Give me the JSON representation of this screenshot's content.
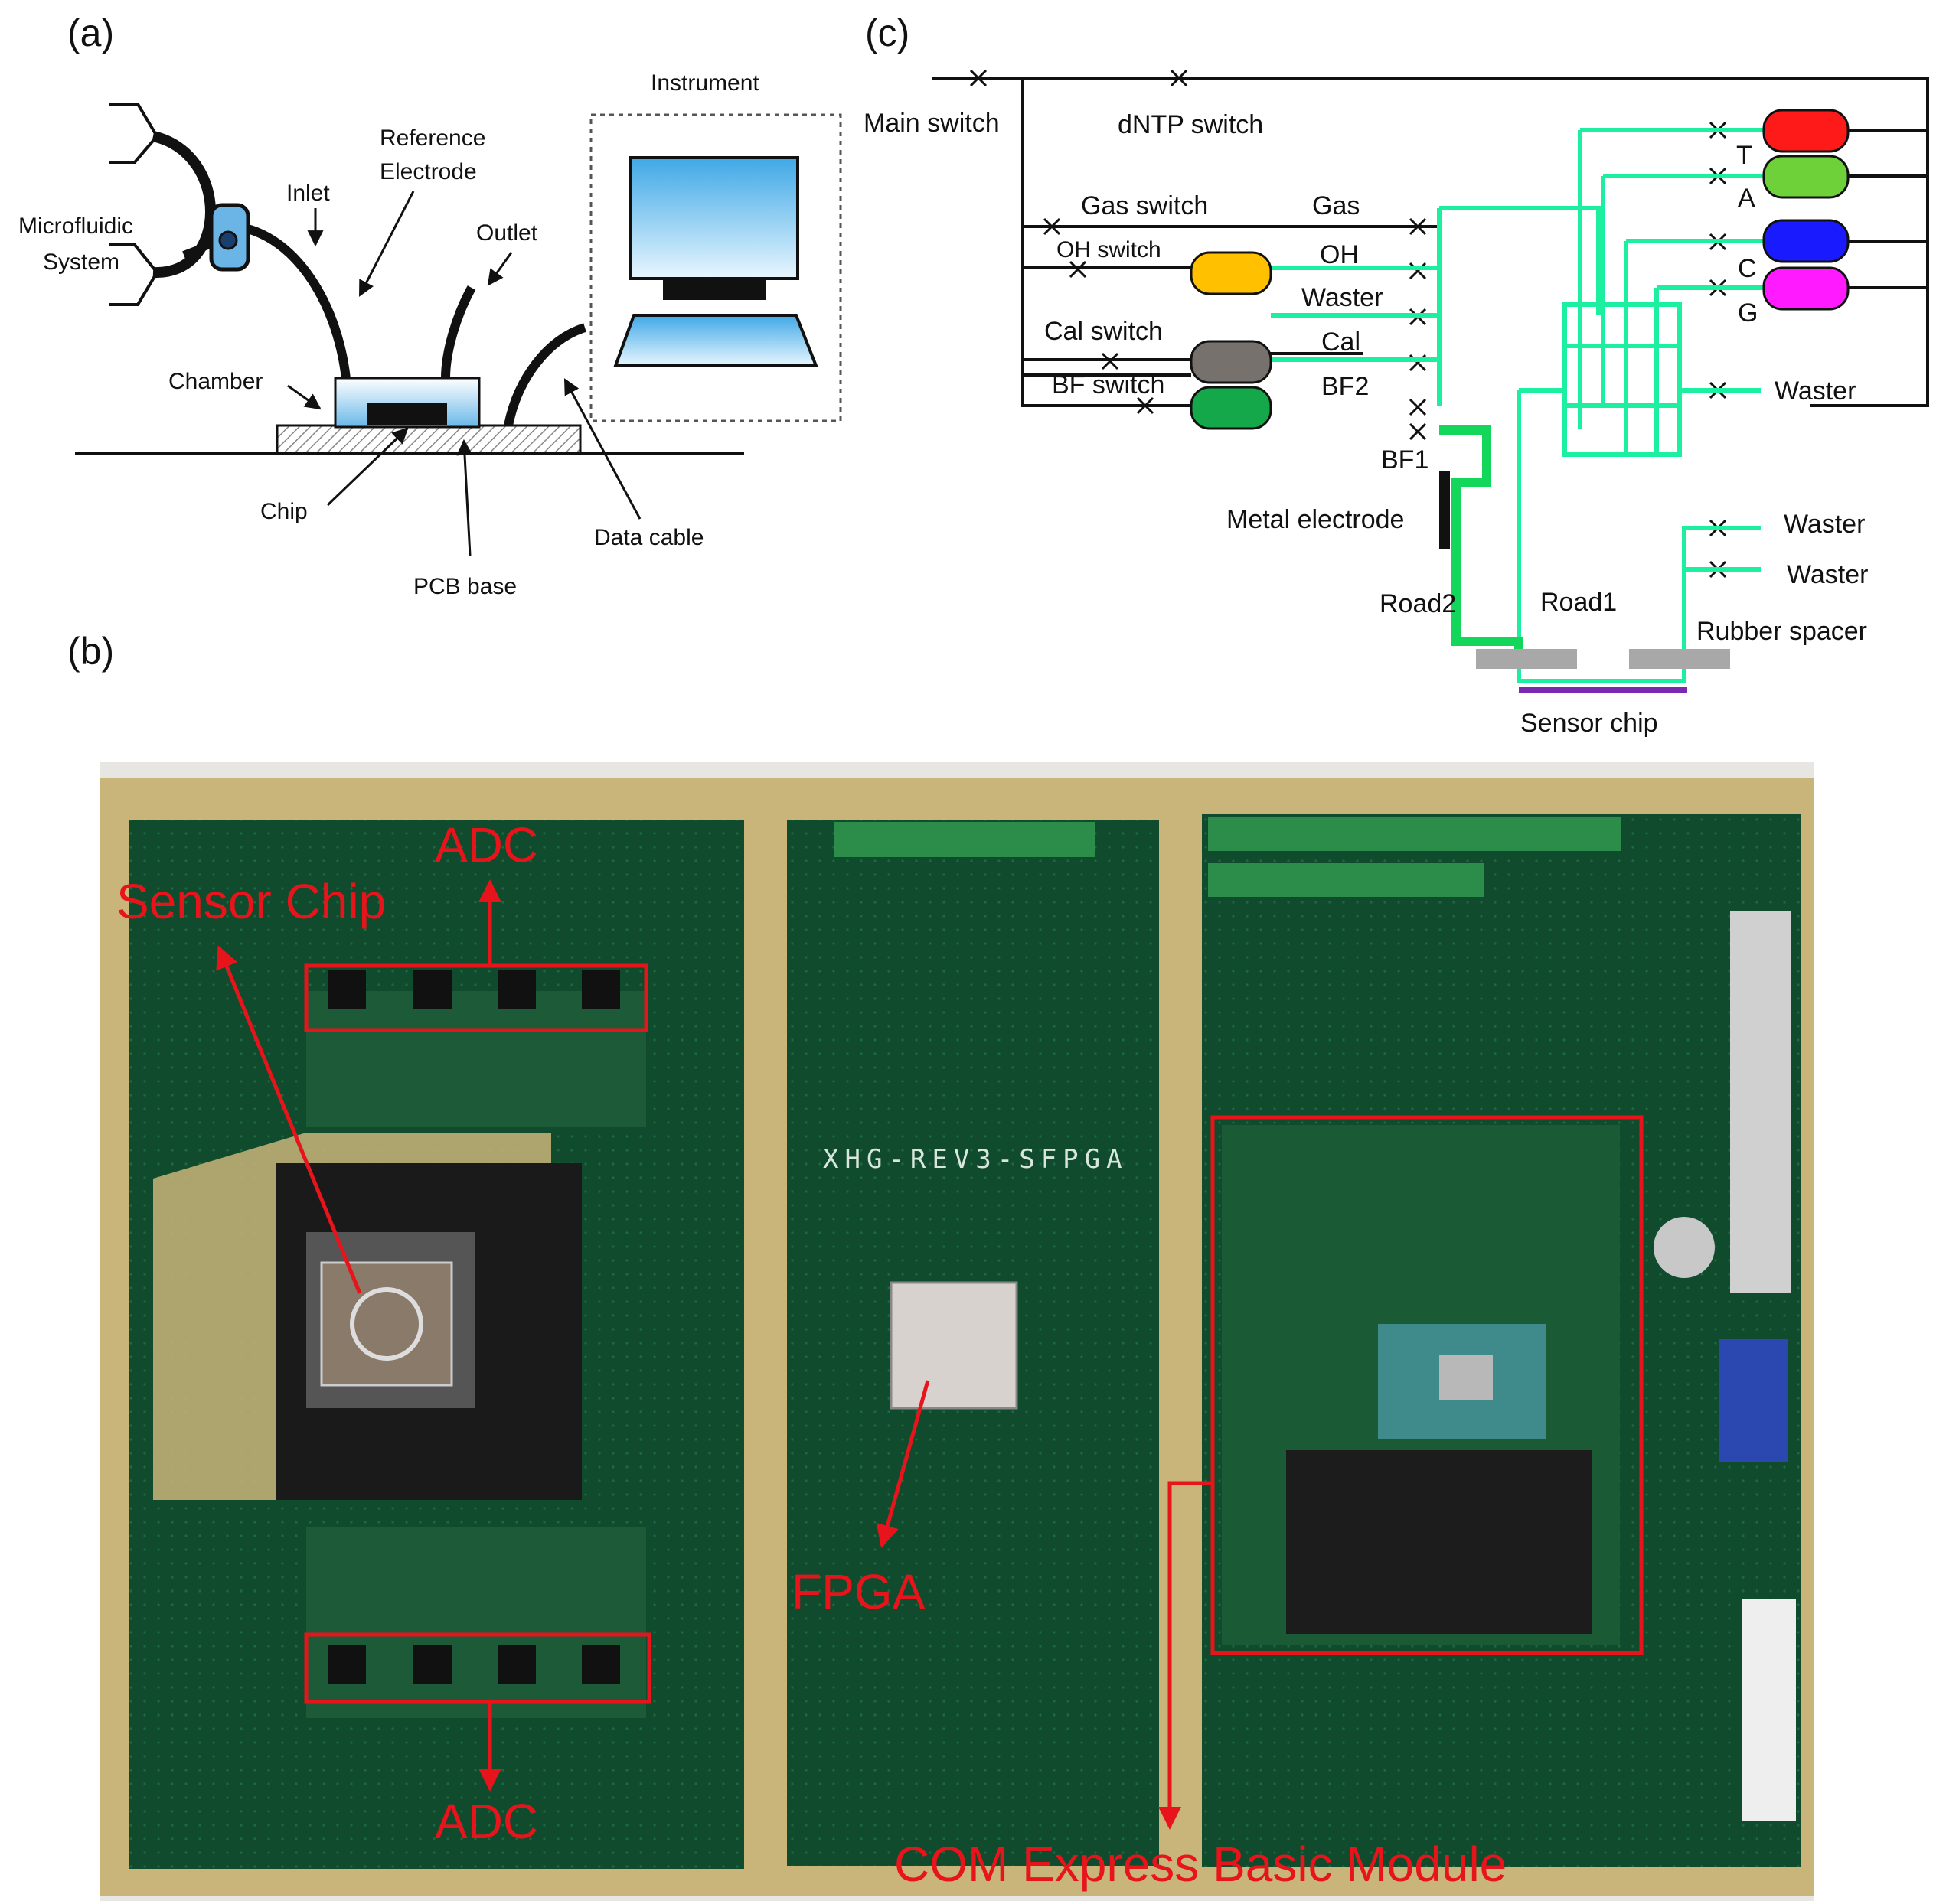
{
  "panel_a": {
    "label": "(a)",
    "microfluidic": "Microfluidic",
    "system": "System",
    "inlet": "Inlet",
    "reference": "Reference",
    "electrode": "Electrode",
    "outlet": "Outlet",
    "instrument": "Instrument",
    "chamber": "Chamber",
    "chip": "Chip",
    "pcb_base": "PCB base",
    "data_cable": "Data cable"
  },
  "panel_b": {
    "label": "(b)",
    "adc_top": "ADC",
    "adc_bottom": "ADC",
    "sensor_chip": "Sensor Chip",
    "fpga": "FPGA",
    "com_express": "COM Express Basic Module",
    "board_silk": "XHG-REV3-SFPGA"
  },
  "panel_c": {
    "label": "(c)",
    "main_switch": "Main switch",
    "dntp_switch": "dNTP switch",
    "gas_switch": "Gas switch",
    "gas": "Gas",
    "oh_switch": "OH switch",
    "oh": "OH",
    "waster_left": "Waster",
    "cal_switch": "Cal switch",
    "cal": "Cal",
    "bf_switch": "BF switch",
    "bf2": "BF2",
    "bf1": "BF1",
    "metal_electrode": "Metal electrode",
    "road2": "Road2",
    "road1": "Road1",
    "t": "T",
    "a": "A",
    "c": "C",
    "g": "G",
    "waster_right_1": "Waster",
    "waster_right_2": "Waster",
    "waster_right_3": "Waster",
    "rubber_spacer": "Rubber spacer",
    "sensor_chip": "Sensor chip"
  },
  "colors": {
    "reagent_t": "#ff1a1a",
    "reagent_a": "#6fd13a",
    "reagent_c": "#1a1aff",
    "reagent_g": "#ff1aff",
    "reagent_oh": "#ffc000",
    "reagent_cal": "#77716e",
    "reagent_bf": "#14a84a",
    "flow_line": "#1cf0a0",
    "annotation_red": "#e8141c",
    "pcb_green": "#0e4a2a",
    "pcb_gold": "#c9b47a"
  }
}
